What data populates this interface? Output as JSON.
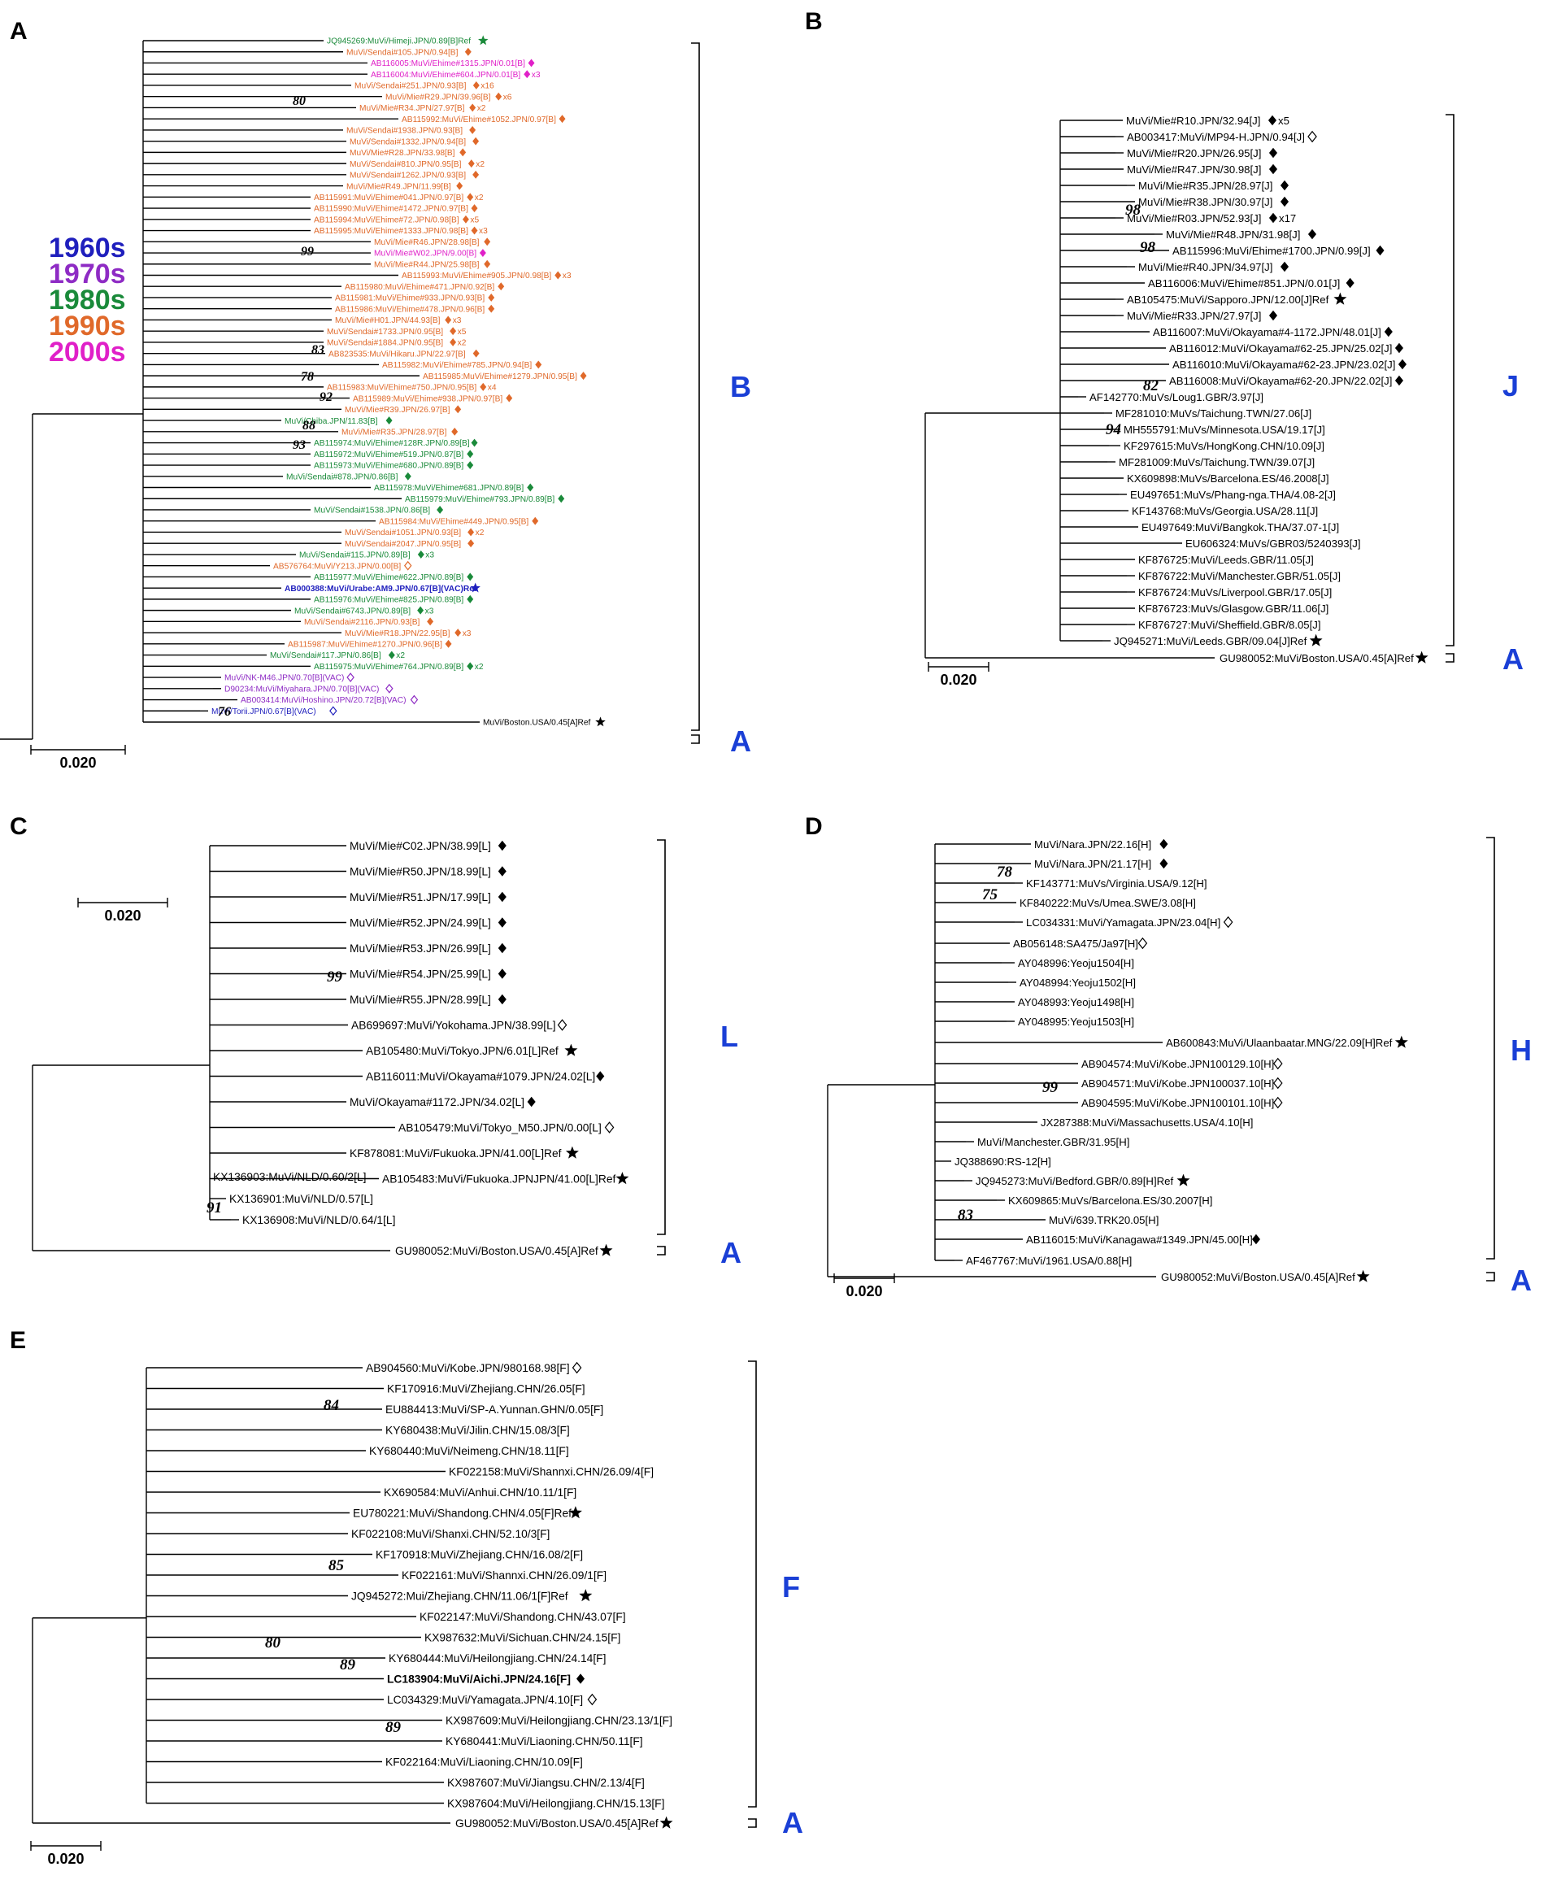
{
  "colors": {
    "black": "#000000",
    "1960s": "#1f1fbd",
    "1970s": "#8e2bc4",
    "1980s": "#1a8a3a",
    "1990s": "#e0692a",
    "2000s": "#e020c8",
    "genotype": "#1a3fd6"
  },
  "legend": [
    {
      "label": "1960s",
      "color": "1960s"
    },
    {
      "label": "1970s",
      "color": "1970s"
    },
    {
      "label": "1980s",
      "color": "1980s"
    },
    {
      "label": "1990s",
      "color": "1990s"
    },
    {
      "label": "2000s",
      "color": "2000s"
    }
  ],
  "panels": [
    {
      "id": "A",
      "scale": "0.020",
      "genotypes": [
        "B",
        "A"
      ],
      "leaves": [
        {
          "t": "JQ945269:MuVi/Himeji.JPN/0.89[B]Ref",
          "m": "star",
          "c": "1980s"
        },
        {
          "t": "MuVi/Sendai#105.JPN/0.94[B]",
          "m": "dia",
          "c": "1990s"
        },
        {
          "t": "AB116005:MuVi/Ehime#1315.JPN/0.01[B]",
          "m": "dia",
          "c": "2000s"
        },
        {
          "t": "AB116004:MuVi/Ehime#604.JPN/0.01[B]",
          "m": "dia",
          "c": "2000s",
          "s": "x3"
        },
        {
          "t": "MuVi/Sendai#251.JPN/0.93[B]",
          "m": "dia",
          "c": "1990s",
          "s": "x16"
        },
        {
          "t": "MuVi/Mie#R29.JPN/39.96[B]",
          "m": "dia",
          "c": "1990s",
          "s": "x6"
        },
        {
          "t": "MuVi/Mie#R34.JPN/27.97[B]",
          "m": "dia",
          "c": "1990s",
          "s": "x2"
        },
        {
          "t": "AB115992:MuVi/Ehime#1052.JPN/0.97[B]",
          "m": "dia",
          "c": "1990s"
        },
        {
          "t": "MuVi/Sendai#1938.JPN/0.93[B]",
          "m": "dia",
          "c": "1990s"
        },
        {
          "t": "MuVi/Sendai#1332.JPN/0.94[B]",
          "m": "dia",
          "c": "1990s"
        },
        {
          "t": "MuVi/Mie#R28.JPN/33.98[B]",
          "m": "dia",
          "c": "1990s"
        },
        {
          "t": "MuVi/Sendai#810.JPN/0.95[B]",
          "m": "dia",
          "c": "1990s",
          "s": "x2"
        },
        {
          "t": "MuVi/Sendai#1262.JPN/0.93[B]",
          "m": "dia",
          "c": "1990s"
        },
        {
          "t": "MuVi/Mie#R49.JPN/11.99[B]",
          "m": "dia",
          "c": "1990s"
        },
        {
          "t": "AB115991:MuVi/Ehime#041.JPN/0.97[B]",
          "m": "dia",
          "c": "1990s",
          "s": "x2"
        },
        {
          "t": "AB115990:MuVi/Ehime#1472.JPN/0.97[B]",
          "m": "dia",
          "c": "1990s"
        },
        {
          "t": "AB115994:MuVi/Ehime#72.JPN/0.98[B]",
          "m": "dia",
          "c": "1990s",
          "s": "x5"
        },
        {
          "t": "AB115995:MuVi/Ehime#1333.JPN/0.98[B]",
          "m": "dia",
          "c": "1990s",
          "s": "x3"
        },
        {
          "t": "MuVi/Mie#R46.JPN/28.98[B]",
          "m": "dia",
          "c": "1990s"
        },
        {
          "t": "MuVi/Mie#W02.JPN/9.00[B]",
          "m": "dia",
          "c": "2000s"
        },
        {
          "t": "MuVi/Mie#R44.JPN/25.98[B]",
          "m": "dia",
          "c": "1990s"
        },
        {
          "t": "AB115993:MuVi/Ehime#905.JPN/0.98[B]",
          "m": "dia",
          "c": "1990s",
          "s": "x3"
        },
        {
          "t": "AB115980:MuVi/Ehime#471.JPN/0.92[B]",
          "m": "dia",
          "c": "1990s"
        },
        {
          "t": "AB115981:MuVi/Ehime#933.JPN/0.93[B]",
          "m": "dia",
          "c": "1990s"
        },
        {
          "t": "AB115986:MuVi/Ehime#478.JPN/0.96[B]",
          "m": "dia",
          "c": "1990s"
        },
        {
          "t": "MuVi/Mie#H01.JPN/44.93[B]",
          "m": "dia",
          "c": "1990s",
          "s": "x3"
        },
        {
          "t": "MuVi/Sendai#1733.JPN/0.95[B]",
          "m": "dia",
          "c": "1990s",
          "s": "x5"
        },
        {
          "t": "MuVi/Sendai#1884.JPN/0.95[B]",
          "m": "dia",
          "c": "1990s",
          "s": "x2"
        },
        {
          "t": "AB823535:MuVi/Hikaru.JPN/22.97[B]",
          "m": "dia",
          "c": "1990s"
        },
        {
          "t": "AB115982:MuVi/Ehime#785.JPN/0.94[B]",
          "m": "dia",
          "c": "1990s"
        },
        {
          "t": "AB115985:MuVi/Ehime#1279.JPN/0.95[B]",
          "m": "dia",
          "c": "1990s"
        },
        {
          "t": "AB115983:MuVi/Ehime#750.JPN/0.95[B]",
          "m": "dia",
          "c": "1990s",
          "s": "x4"
        },
        {
          "t": "AB115989:MuVi/Ehime#938.JPN/0.97[B]",
          "m": "dia",
          "c": "1990s"
        },
        {
          "t": "MuVi/Mie#R39.JPN/26.97[B]",
          "m": "dia",
          "c": "1990s"
        },
        {
          "t": "MuVi/Chiba.JPN/11.83[B]",
          "m": "dia",
          "c": "1980s"
        },
        {
          "t": "MuVi/Mie#R35.JPN/28.97[B]",
          "m": "dia",
          "c": "1990s"
        },
        {
          "t": "AB115974:MuVi/Ehime#128R.JPN/0.89[B]",
          "m": "dia",
          "c": "1980s"
        },
        {
          "t": "AB115972:MuVi/Ehime#519.JPN/0.87[B]",
          "m": "dia",
          "c": "1980s"
        },
        {
          "t": "AB115973:MuVi/Ehime#680.JPN/0.89[B]",
          "m": "dia",
          "c": "1980s"
        },
        {
          "t": "MuVi/Sendai#878.JPN/0.86[B]",
          "m": "dia",
          "c": "1980s"
        },
        {
          "t": "AB115978:MuVi/Ehime#681.JPN/0.89[B]",
          "m": "dia",
          "c": "1980s"
        },
        {
          "t": "AB115979:MuVi/Ehime#793.JPN/0.89[B]",
          "m": "dia",
          "c": "1980s"
        },
        {
          "t": "MuVi/Sendai#1538.JPN/0.86[B]",
          "m": "dia",
          "c": "1980s"
        },
        {
          "t": "AB115984:MuVi/Ehime#449.JPN/0.95[B]",
          "m": "dia",
          "c": "1990s"
        },
        {
          "t": "MuVi/Sendai#1051.JPN/0.93[B]",
          "m": "dia",
          "c": "1990s",
          "s": "x2"
        },
        {
          "t": "MuVi/Sendai#2047.JPN/0.95[B]",
          "m": "dia",
          "c": "1990s"
        },
        {
          "t": "MuVi/Sendai#115.JPN/0.89[B]",
          "m": "dia",
          "c": "1980s",
          "s": "x3"
        },
        {
          "t": "AB576764:MuVi/Y213.JPN/0.00[B]",
          "m": "odia",
          "c": "1990s"
        },
        {
          "t": "AB115977:MuVi/Ehime#622.JPN/0.89[B]",
          "m": "dia",
          "c": "1980s"
        },
        {
          "t": "AB000388:MuVi/Urabe:AM9.JPN/0.67[B](VAC)Ref",
          "m": "star",
          "c": "1960s",
          "b": 1
        },
        {
          "t": "AB115976:MuVi/Ehime#825.JPN/0.89[B]",
          "m": "dia",
          "c": "1980s"
        },
        {
          "t": "MuVi/Sendai#6743.JPN/0.89[B]",
          "m": "dia",
          "c": "1980s",
          "s": "x3"
        },
        {
          "t": "MuVi/Sendai#2116.JPN/0.93[B]",
          "m": "dia",
          "c": "1990s"
        },
        {
          "t": "MuVi/Mie#R18.JPN/22.95[B]",
          "m": "dia",
          "c": "1990s",
          "s": "x3"
        },
        {
          "t": "AB115987:MuVi/Ehime#1270.JPN/0.96[B]",
          "m": "dia",
          "c": "1990s"
        },
        {
          "t": "MuVi/Sendai#117.JPN/0.86[B]",
          "m": "dia",
          "c": "1980s",
          "s": "x2"
        },
        {
          "t": "AB115975:MuVi/Ehime#764.JPN/0.89[B]",
          "m": "dia",
          "c": "1980s",
          "s": "x2"
        },
        {
          "t": "MuVi/NK-M46.JPN/0.70[B](VAC)",
          "m": "odia",
          "c": "1970s"
        },
        {
          "t": "D90234:MuVi/Miyahara.JPN/0.70[B](VAC)",
          "m": "odia",
          "c": "1970s"
        },
        {
          "t": "AB003414:MuVi/Hoshino.JPN/20.72[B](VAC)",
          "m": "odia",
          "c": "1970s"
        },
        {
          "t": "MuVi/Torii.JPN/0.67[B](VAC)",
          "m": "odia",
          "c": "1960s"
        },
        {
          "t": "MuVi/Boston.USA/0.45[A]Ref",
          "m": "star",
          "c": "black"
        }
      ],
      "bootstrap": [
        "80",
        "99",
        "83",
        "78",
        "92",
        "88",
        "93",
        "76"
      ]
    },
    {
      "id": "B",
      "scale": "0.020",
      "genotypes": [
        "J",
        "A"
      ],
      "leaves": [
        {
          "t": "MuVi/Mie#R10.JPN/32.94[J]",
          "m": "dia",
          "s": "x5"
        },
        {
          "t": "AB003417:MuVi/MP94-H.JPN/0.94[J]",
          "m": "odia"
        },
        {
          "t": "MuVi/Mie#R20.JPN/26.95[J]",
          "m": "dia"
        },
        {
          "t": "MuVi/Mie#R47.JPN/30.98[J]",
          "m": "dia"
        },
        {
          "t": "MuVi/Mie#R35.JPN/28.97[J]",
          "m": "dia"
        },
        {
          "t": "MuVi/Mie#R38.JPN/30.97[J]",
          "m": "dia"
        },
        {
          "t": "MuVi/Mie#R03.JPN/52.93[J]",
          "m": "dia",
          "s": "x17"
        },
        {
          "t": "MuVi/Mie#R48.JPN/31.98[J]",
          "m": "dia"
        },
        {
          "t": "AB115996:MuVi/Ehime#1700.JPN/0.99[J]",
          "m": "dia"
        },
        {
          "t": "MuVi/Mie#R40.JPN/34.97[J]",
          "m": "dia"
        },
        {
          "t": "AB116006:MuVi/Ehime#851.JPN/0.01[J]",
          "m": "dia"
        },
        {
          "t": "AB105475:MuVi/Sapporo.JPN/12.00[J]Ref",
          "m": "star"
        },
        {
          "t": "MuVi/Mie#R33.JPN/27.97[J]",
          "m": "dia"
        },
        {
          "t": "AB116007:MuVi/Okayama#4-1172.JPN/48.01[J]",
          "m": "dia"
        },
        {
          "t": "AB116012:MuVi/Okayama#62-25.JPN/25.02[J]",
          "m": "dia"
        },
        {
          "t": "AB116010:MuVi/Okayama#62-23.JPN/23.02[J]",
          "m": "dia"
        },
        {
          "t": "AB116008:MuVi/Okayama#62-20.JPN/22.02[J]",
          "m": "dia"
        },
        {
          "t": "AF142770:MuVs/Loug1.GBR/3.97[J]"
        },
        {
          "t": "MF281010:MuVs/Taichung.TWN/27.06[J]"
        },
        {
          "t": "MH555791:MuVs/Minnesota.USA/19.17[J]"
        },
        {
          "t": "KF297615:MuVs/HongKong.CHN/10.09[J]"
        },
        {
          "t": "MF281009:MuVs/Taichung.TWN/39.07[J]"
        },
        {
          "t": "KX609898:MuVs/Barcelona.ES/46.2008[J]"
        },
        {
          "t": "EU497651:MuVs/Phang-nga.THA/4.08-2[J]"
        },
        {
          "t": "KF143768:MuVs/Georgia.USA/28.11[J]"
        },
        {
          "t": "EU497649:MuVi/Bangkok.THA/37.07-1[J]"
        },
        {
          "t": "EU606324:MuVs/GBR03/5240393[J]"
        },
        {
          "t": "KF876725:MuVi/Leeds.GBR/11.05[J]"
        },
        {
          "t": "KF876722:MuVi/Manchester.GBR/51.05[J]"
        },
        {
          "t": "KF876724:MuVs/Liverpool.GBR/17.05[J]"
        },
        {
          "t": "KF876723:MuVs/Glasgow.GBR/11.06[J]"
        },
        {
          "t": "KF876727:MuVi/Sheffield.GBR/8.05[J]"
        },
        {
          "t": "JQ945271:MuVi/Leeds.GBR/09.04[J]Ref",
          "m": "star"
        },
        {
          "t": "GU980052:MuVi/Boston.USA/0.45[A]Ref",
          "m": "star"
        }
      ],
      "bootstrap": [
        "98",
        "98",
        "82",
        "94"
      ]
    },
    {
      "id": "C",
      "scale": "0.020",
      "genotypes": [
        "L",
        "A"
      ],
      "leaves": [
        {
          "t": "MuVi/Mie#C02.JPN/38.99[L]",
          "m": "dia"
        },
        {
          "t": "MuVi/Mie#R50.JPN/18.99[L]",
          "m": "dia"
        },
        {
          "t": "MuVi/Mie#R51.JPN/17.99[L]",
          "m": "dia"
        },
        {
          "t": "MuVi/Mie#R52.JPN/24.99[L]",
          "m": "dia"
        },
        {
          "t": "MuVi/Mie#R53.JPN/26.99[L]",
          "m": "dia"
        },
        {
          "t": "MuVi/Mie#R54.JPN/25.99[L]",
          "m": "dia"
        },
        {
          "t": "MuVi/Mie#R55.JPN/28.99[L]",
          "m": "dia"
        },
        {
          "t": "AB699697:MuVi/Yokohama.JPN/38.99[L]",
          "m": "odia"
        },
        {
          "t": "AB105480:MuVi/Tokyo.JPN/6.01[L]Ref",
          "m": "star"
        },
        {
          "t": "AB116011:MuVi/Okayama#1079.JPN/24.02[L]",
          "m": "dia"
        },
        {
          "t": "MuVi/Okayama#1172.JPN/34.02[L]",
          "m": "dia"
        },
        {
          "t": "AB105479:MuVi/Tokyo_M50.JPN/0.00[L]",
          "m": "odia"
        },
        {
          "t": "KF878081:MuVi/Fukuoka.JPN/41.00[L]Ref",
          "m": "star"
        },
        {
          "t": "AB105483:MuVi/Fukuoka.JPNJPN/41.00[L]Ref",
          "m": "star"
        },
        {
          "t": "KX136903:MuVi/NLD/0.60/2[L]"
        },
        {
          "t": "KX136901:MuVi/NLD/0.57[L]"
        },
        {
          "t": "KX136908:MuVi/NLD/0.64/1[L]"
        },
        {
          "t": "GU980052:MuVi/Boston.USA/0.45[A]Ref",
          "m": "star"
        }
      ],
      "bootstrap": [
        "99",
        "91"
      ]
    },
    {
      "id": "D",
      "scale": "0.020",
      "genotypes": [
        "H",
        "A"
      ],
      "leaves": [
        {
          "t": "MuVi/Nara.JPN/22.16[H]",
          "m": "dia"
        },
        {
          "t": "MuVi/Nara.JPN/21.17[H]",
          "m": "dia"
        },
        {
          "t": "KF143771:MuVs/Virginia.USA/9.12[H]"
        },
        {
          "t": "KF840222:MuVs/Umea.SWE/3.08[H]"
        },
        {
          "t": "LC034331:MuVi/Yamagata.JPN/23.04[H]",
          "m": "odia"
        },
        {
          "t": "AB056148:SA475/Ja97[H]",
          "m": "odia"
        },
        {
          "t": "AY048996:Yeoju1504[H]"
        },
        {
          "t": "AY048994:Yeoju1502[H]"
        },
        {
          "t": "AY048993:Yeoju1498[H]"
        },
        {
          "t": "AY048995:Yeoju1503[H]"
        },
        {
          "t": "AB600843:MuVi/Ulaanbaatar.MNG/22.09[H]Ref",
          "m": "star"
        },
        {
          "t": "AB904574:MuVi/Kobe.JPN100129.10[H]",
          "m": "odia"
        },
        {
          "t": "AB904571:MuVi/Kobe.JPN100037.10[H]",
          "m": "odia"
        },
        {
          "t": "AB904595:MuVi/Kobe.JPN100101.10[H]",
          "m": "odia"
        },
        {
          "t": "JX287388:MuVi/Massachusetts.USA/4.10[H]"
        },
        {
          "t": "MuVi/Manchester.GBR/31.95[H]"
        },
        {
          "t": "JQ388690:RS-12[H]"
        },
        {
          "t": "JQ945273:MuVi/Bedford.GBR/0.89[H]Ref",
          "m": "star"
        },
        {
          "t": "KX609865:MuVs/Barcelona.ES/30.2007[H]"
        },
        {
          "t": "MuVi/639.TRK20.05[H]"
        },
        {
          "t": "AB116015:MuVi/Kanagawa#1349.JPN/45.00[H]",
          "m": "dia"
        },
        {
          "t": "AF467767:MuVi/1961.USA/0.88[H]"
        },
        {
          "t": "GU980052:MuVi/Boston.USA/0.45[A]Ref",
          "m": "star"
        }
      ],
      "bootstrap": [
        "78",
        "75",
        "99",
        "83"
      ]
    },
    {
      "id": "E",
      "scale": "0.020",
      "genotypes": [
        "F",
        "A"
      ],
      "leaves": [
        {
          "t": "AB904560:MuVi/Kobe.JPN/980168.98[F]",
          "m": "odia"
        },
        {
          "t": "KF170916:MuVi/Zhejiang.CHN/26.05[F]"
        },
        {
          "t": "EU884413:MuVi/SP-A.Yunnan.GHN/0.05[F]"
        },
        {
          "t": "KY680438:MuVi/Jilin.CHN/15.08/3[F]"
        },
        {
          "t": "KY680440:MuVi/Neimeng.CHN/18.11[F]"
        },
        {
          "t": "KF022158:MuVi/Shannxi.CHN/26.09/4[F]"
        },
        {
          "t": "KX690584:MuVi/Anhui.CHN/10.11/1[F]"
        },
        {
          "t": "EU780221:MuVi/Shandong.CHN/4.05[F]Ref",
          "m": "star"
        },
        {
          "t": "KF022108:MuVi/Shanxi.CHN/52.10/3[F]"
        },
        {
          "t": "KF170918:MuVi/Zhejiang.CHN/16.08/2[F]"
        },
        {
          "t": "KF022161:MuVi/Shannxi.CHN/26.09/1[F]"
        },
        {
          "t": "JQ945272:Mui/Zhejiang.CHN/11.06/1[F]Ref",
          "m": "star"
        },
        {
          "t": "KF022147:MuVi/Shandong.CHN/43.07[F]"
        },
        {
          "t": "KX987632:MuVi/Sichuan.CHN/24.15[F]"
        },
        {
          "t": "KY680444:MuVi/Heilongjiang.CHN/24.14[F]"
        },
        {
          "t": "LC183904:MuVi/Aichi.JPN/24.16[F]",
          "m": "dia",
          "b": 1
        },
        {
          "t": "LC034329:MuVi/Yamagata.JPN/4.10[F]",
          "m": "odia"
        },
        {
          "t": "KX987609:MuVi/Heilongjiang.CHN/23.13/1[F]"
        },
        {
          "t": "KY680441:MuVi/Liaoning.CHN/50.11[F]"
        },
        {
          "t": "KF022164:MuVi/Liaoning.CHN/10.09[F]"
        },
        {
          "t": "KX987607:MuVi/Jiangsu.CHN/2.13/4[F]"
        },
        {
          "t": "KX987604:MuVi/Heilongjiang.CHN/15.13[F]"
        },
        {
          "t": "GU980052:MuVi/Boston.USA/0.45[A]Ref",
          "m": "star"
        }
      ],
      "bootstrap": [
        "84",
        "85",
        "80",
        "89",
        "89"
      ]
    }
  ]
}
